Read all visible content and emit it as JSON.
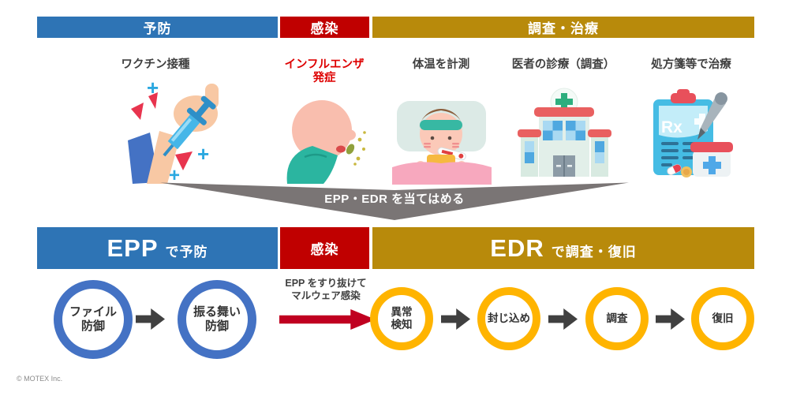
{
  "colors": {
    "prevention_blue": "#2E74B5",
    "infection_red": "#C00000",
    "investigation_gold": "#B88A0B",
    "epp_circle_blue": "#4472C4",
    "edr_circle_gold": "#FFB400",
    "flow_arrow_dark": "#404040",
    "malware_arrow_red": "#C00020",
    "transition_gray": "#7A7575",
    "emphasis_text_red": "#DE0000"
  },
  "top_flow": {
    "headers": [
      {
        "label": "予防"
      },
      {
        "label": "感染"
      },
      {
        "label": "調査・治療"
      }
    ],
    "steps": [
      {
        "label": "ワクチン接種",
        "icon": "vaccination-icon"
      },
      {
        "label": "インフルエンザ\n発症",
        "icon": "influenza-onset-icon"
      },
      {
        "label": "体温を計測",
        "icon": "temperature-measurement-icon"
      },
      {
        "label": "医者の診療（調査）",
        "icon": "hospital-icon"
      },
      {
        "label": "処方箋等で治療",
        "icon": "prescription-icon"
      }
    ]
  },
  "transition": {
    "label": "EPP・EDR を当てはめる"
  },
  "bottom_flow": {
    "headers": [
      {
        "big": "EPP",
        "small": "で予防"
      },
      {
        "label": "感染"
      },
      {
        "big": "EDR",
        "small": "で調査・復旧"
      }
    ],
    "epp_steps": [
      {
        "label": "ファイル\n防御"
      },
      {
        "label": "振る舞い\n防御"
      }
    ],
    "bypass_note": "EPP をすり抜けて\nマルウェア感染",
    "edr_steps": [
      {
        "label": "異常\n検知"
      },
      {
        "label": "封じ込め"
      },
      {
        "label": "調査"
      },
      {
        "label": "復旧"
      }
    ]
  },
  "footer": {
    "copyright": "© MOTEX Inc."
  }
}
